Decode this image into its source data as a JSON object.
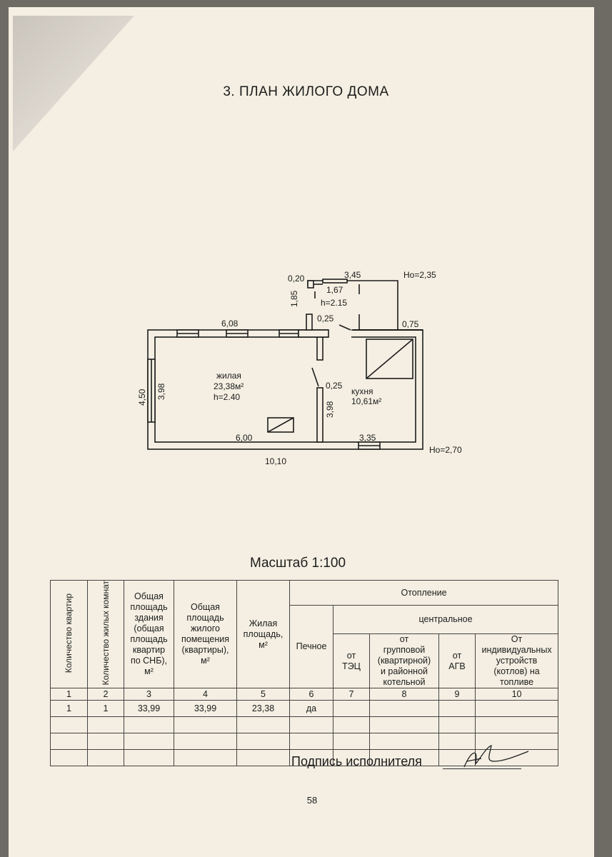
{
  "title": "3. ПЛАН ЖИЛОГО ДОМА",
  "plan": {
    "dims": {
      "d020": "0,20",
      "d345": "3,45",
      "ho235": "Hо=2,35",
      "d167": "1,67",
      "h215": "h=2.15",
      "d185": "1,85",
      "d608": "6,08",
      "d025a": "0,25",
      "d075": "0,75",
      "d450": "4,50",
      "d398a": "3,98",
      "d025b": "0,25",
      "d398b": "3,98",
      "d600": "6,00",
      "d335": "3,35",
      "ho270": "Hо=2,70",
      "d1010": "10,10"
    },
    "living": {
      "name": "жилая",
      "area": "23,38м²",
      "height": "h=2.40"
    },
    "kitchen": {
      "name": "кухня",
      "area": "10,61м²"
    }
  },
  "scale": "Масштаб 1:100",
  "table": {
    "headers": {
      "c1": "Количество квартир",
      "c2": "Количество жилых комнат",
      "c3": [
        "Общая",
        "площадь",
        "здания",
        "(общая",
        "площадь",
        "квартир",
        "по СНБ),",
        "м²"
      ],
      "c4": [
        "Общая",
        "площадь",
        "жилого",
        "помещения",
        "(квартиры),",
        "м²"
      ],
      "c5": [
        "Жилая",
        "площадь,",
        "м²"
      ],
      "heating": "Отопление",
      "pechnoe": "Печное",
      "central": "центральное",
      "c7": [
        "от",
        "ТЭЦ"
      ],
      "c8": [
        "от",
        "групповой",
        "(квартирной)",
        "и районной",
        "котельной"
      ],
      "c9": [
        "от",
        "АГВ"
      ],
      "c10": [
        "От",
        "индивидуальных",
        "устройств",
        "(котлов) на",
        "топливе"
      ]
    },
    "col_numbers": [
      "1",
      "2",
      "3",
      "4",
      "5",
      "6",
      "7",
      "8",
      "9",
      "10"
    ],
    "rows": [
      [
        "1",
        "1",
        "33,99",
        "33,99",
        "23,38",
        "да",
        "",
        "",
        "",
        ""
      ],
      [
        "",
        "",
        "",
        "",
        "",
        "",
        "",
        "",
        "",
        ""
      ],
      [
        "",
        "",
        "",
        "",
        "",
        "",
        "",
        "",
        "",
        ""
      ],
      [
        "",
        "",
        "",
        "",
        "",
        "",
        "",
        "",
        "",
        ""
      ]
    ]
  },
  "signature_label": "Подпись исполнителя",
  "page_number": "58"
}
